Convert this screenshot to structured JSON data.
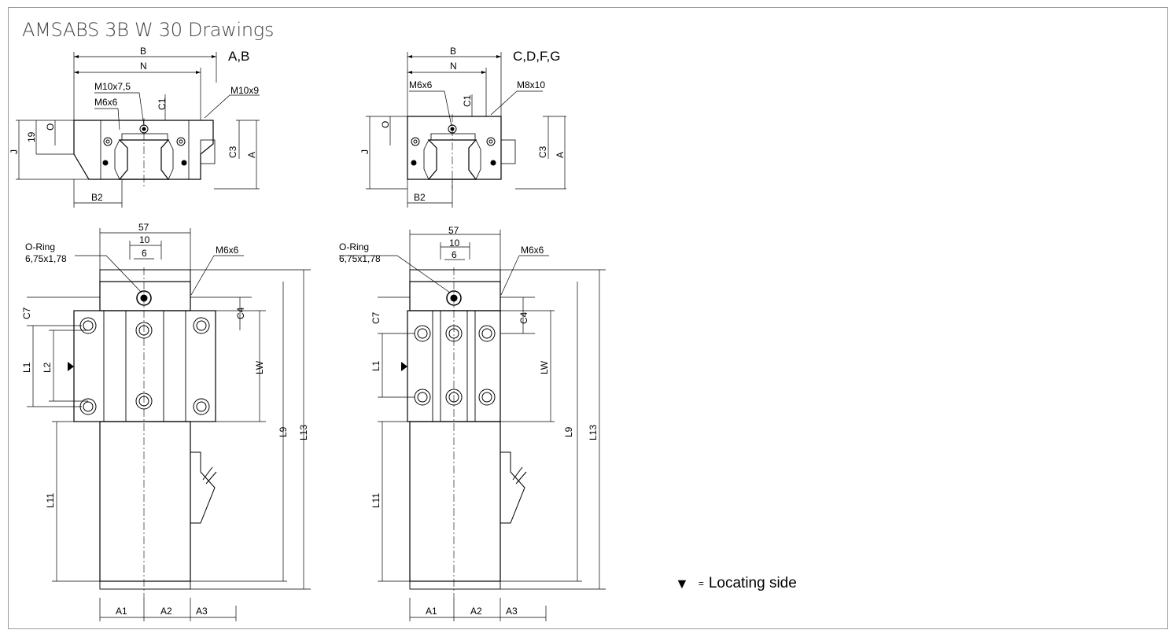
{
  "title": "AMSABS 3B W 30 Drawings",
  "legend": {
    "symbol": "▼",
    "equals": "=",
    "text": "Locating side"
  },
  "top_left": {
    "variant": "A,B",
    "labels": {
      "B": "B",
      "N": "N",
      "M10x75": "M10x7,5",
      "M6x6": "M6x6",
      "C1": "C1",
      "M10x9": "M10x9",
      "J": "J",
      "n19": "19",
      "O": "O",
      "C3": "C3",
      "A": "A",
      "B2": "B2"
    }
  },
  "top_right": {
    "variant": "C,D,F,G",
    "labels": {
      "B": "B",
      "N": "N",
      "M6x6": "M6x6",
      "C1": "C1",
      "M8x10": "M8x10",
      "J": "J",
      "O": "O",
      "C3": "C3",
      "A": "A",
      "B2": "B2"
    }
  },
  "bottom_left": {
    "labels": {
      "w57": "57",
      "w10": "10",
      "w6": "6",
      "oring": "O-Ring",
      "oring_size": "6,75x1,78",
      "M6x6": "M6x6",
      "C7": "C7",
      "C4": "C4",
      "L1": "L1",
      "L2": "L2",
      "LW": "LW",
      "L9": "L9",
      "L13": "L13",
      "L11": "L11",
      "A1": "A1",
      "A2": "A2",
      "A3": "A3"
    }
  },
  "bottom_right": {
    "labels": {
      "w57": "57",
      "w10": "10",
      "w6": "6",
      "oring": "O-Ring",
      "oring_size": "6,75x1,78",
      "M6x6": "M6x6",
      "C7": "C7",
      "C4": "C4",
      "L1": "L1",
      "LW": "LW",
      "L9": "L9",
      "L13": "L13",
      "L11": "L11",
      "A1": "A1",
      "A2": "A2",
      "A3": "A3"
    }
  }
}
